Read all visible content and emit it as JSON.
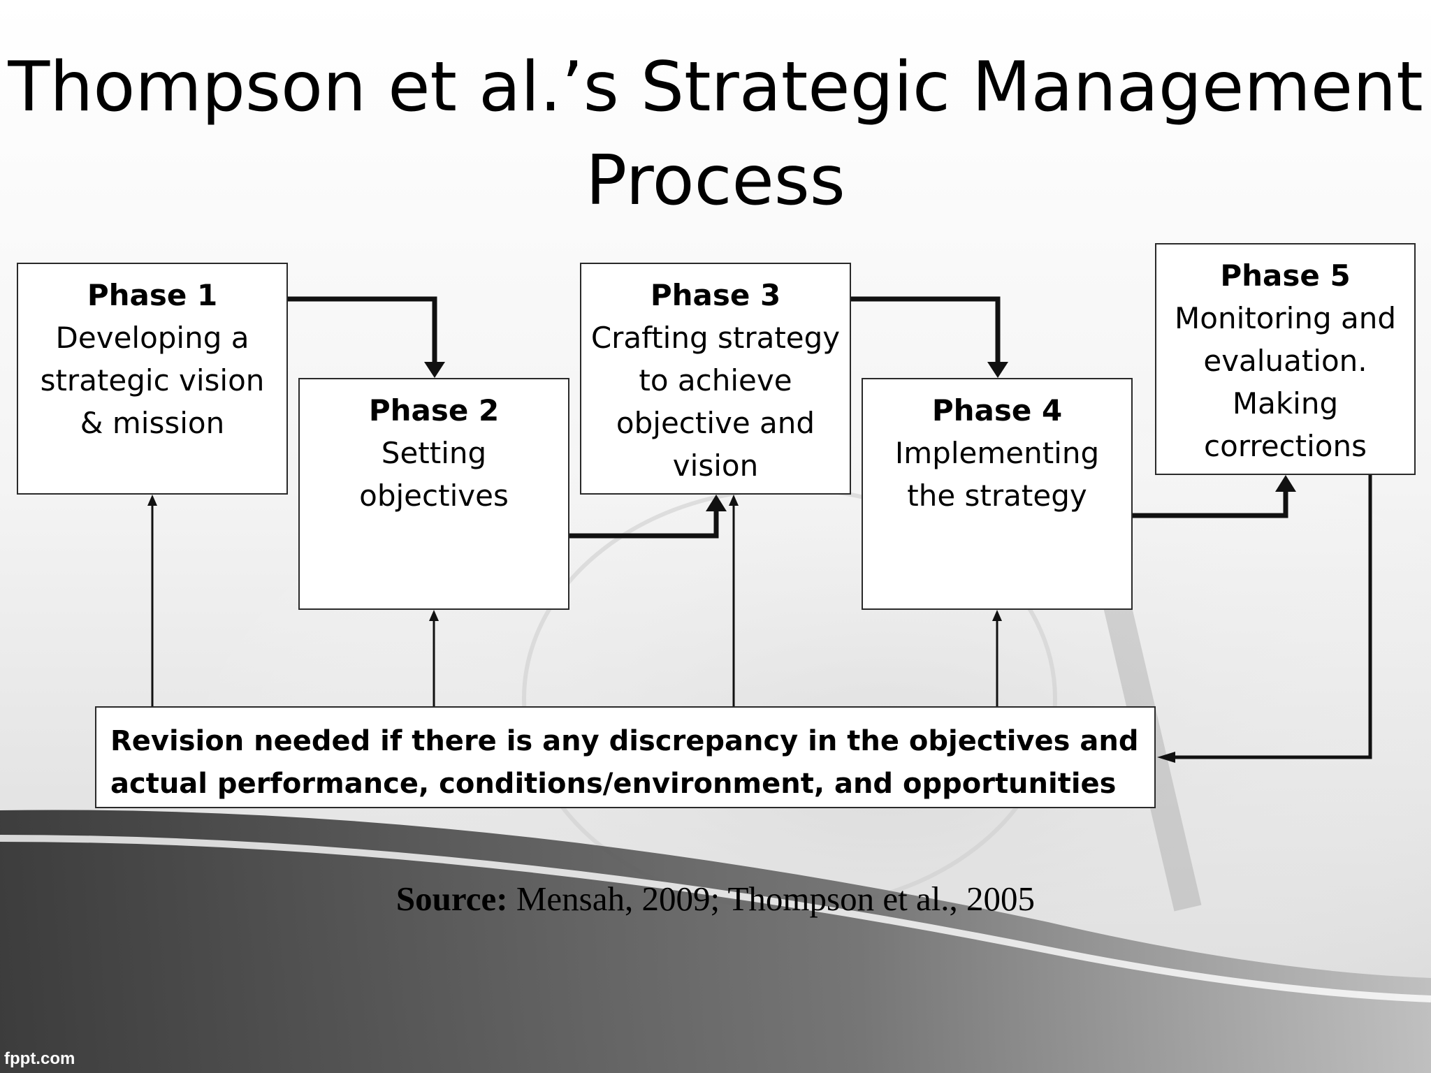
{
  "title": {
    "line1": "Thompson et al.’s Strategic Management",
    "line2": "Process"
  },
  "phases": [
    {
      "title": "Phase 1",
      "lines": [
        "Developing a",
        "strategic vision",
        "& mission"
      ]
    },
    {
      "title": "Phase 2",
      "lines": [
        "Setting",
        "objectives"
      ]
    },
    {
      "title": "Phase 3",
      "lines": [
        "Crafting strategy",
        "to achieve",
        "objective and",
        "vision"
      ]
    },
    {
      "title": "Phase 4",
      "lines": [
        "Implementing",
        "the strategy"
      ]
    },
    {
      "title": "Phase 5",
      "lines": [
        "Monitoring and",
        "evaluation.",
        "Making",
        "corrections"
      ]
    }
  ],
  "revision": {
    "line1": "Revision needed if there is any discrepancy in the objectives and",
    "line2": "actual performance, conditions/environment, and opportunities"
  },
  "source": {
    "label": "Source:",
    "text": " Mensah, 2009; Thompson et al., 2005"
  },
  "footer": {
    "brand": "fppt.com"
  },
  "colors": {
    "line": "#111111",
    "box_border": "#2a2a2a",
    "background_swoosh": "#3a3a3a"
  }
}
